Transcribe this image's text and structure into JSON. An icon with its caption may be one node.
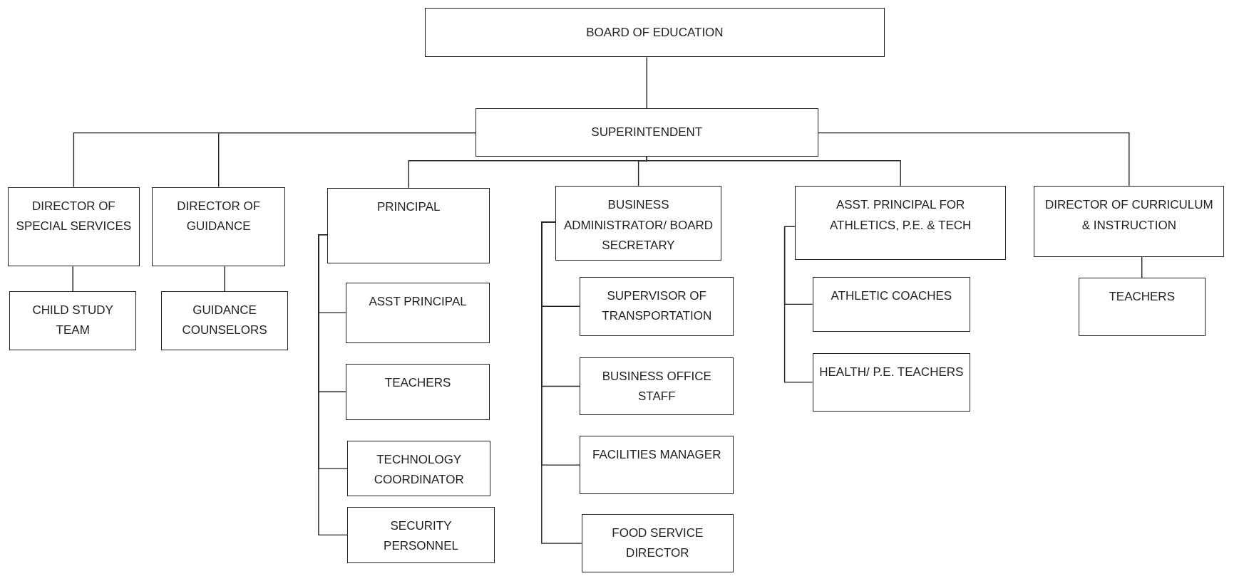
{
  "diagram": {
    "nodes": [
      {
        "text": [
          "BOARD OF EDUCATION"
        ]
      },
      {
        "text": [
          "SUPERINTENDENT"
        ]
      },
      {
        "text": [
          "DIRECTOR OF SPECIAL SERVICES"
        ]
      },
      {
        "text": [
          "DIRECTOR OF GUIDANCE"
        ]
      },
      {
        "text": [
          "PRINCIPAL"
        ]
      },
      {
        "text": [
          "BUSINESS ADMINISTRATOR/ BOARD SECRETARY"
        ]
      },
      {
        "text": [
          "ASST. PRINCIPAL FOR ATHLETICS, P.E. & TECH"
        ]
      },
      {
        "text": [
          "DIRECTOR OF CURRICULUM & INSTRUCTION"
        ]
      },
      {
        "text": [
          "CHILD STUDY TEAM"
        ]
      },
      {
        "text": [
          "GUIDANCE COUNSELORS"
        ]
      },
      {
        "text": [
          "ASST PRINCIPAL"
        ]
      },
      {
        "text": [
          "TEACHERS"
        ]
      },
      {
        "text": [
          "TECHNOLOGY COORDINATOR"
        ]
      },
      {
        "text": [
          "SECURITY PERSONNEL"
        ]
      },
      {
        "text": [
          "SUPERVISOR OF TRANSPORTATION"
        ]
      },
      {
        "text": [
          "BUSINESS OFFICE STAFF"
        ]
      },
      {
        "text": [
          "FACILITIES MANAGER"
        ]
      },
      {
        "text": [
          "FOOD SERVICE DIRECTOR"
        ]
      },
      {
        "text": [
          "ATHLETIC COACHES"
        ]
      },
      {
        "text": [
          "HEALTH/ P.E. TEACHERS"
        ]
      },
      {
        "text": [
          "TEACHERS"
        ]
      }
    ],
    "edges": [
      {
        "from": 0,
        "to": 1,
        "arrow": "none"
      },
      {
        "from": 1,
        "to": 2,
        "arrow": "none"
      },
      {
        "from": 1,
        "to": 3,
        "arrow": "none"
      },
      {
        "from": 1,
        "to": 4,
        "arrow": "none"
      },
      {
        "from": 1,
        "to": 5,
        "arrow": "none"
      },
      {
        "from": 1,
        "to": 6,
        "arrow": "none"
      },
      {
        "from": 1,
        "to": 7,
        "arrow": "none"
      },
      {
        "from": 2,
        "to": 8,
        "arrow": "none"
      },
      {
        "from": 3,
        "to": 9,
        "arrow": "none"
      },
      {
        "from": 4,
        "to": 10,
        "arrow": "none"
      },
      {
        "from": 4,
        "to": 11,
        "arrow": "none"
      },
      {
        "from": 4,
        "to": 12,
        "arrow": "none"
      },
      {
        "from": 4,
        "to": 13,
        "arrow": "none"
      },
      {
        "from": 5,
        "to": 14,
        "arrow": "none"
      },
      {
        "from": 5,
        "to": 15,
        "arrow": "none"
      },
      {
        "from": 5,
        "to": 16,
        "arrow": "none"
      },
      {
        "from": 5,
        "to": 17,
        "arrow": "none"
      },
      {
        "from": 6,
        "to": 18,
        "arrow": "none"
      },
      {
        "from": 6,
        "to": 19,
        "arrow": "none"
      },
      {
        "from": 7,
        "to": 20,
        "arrow": "none"
      }
    ]
  }
}
